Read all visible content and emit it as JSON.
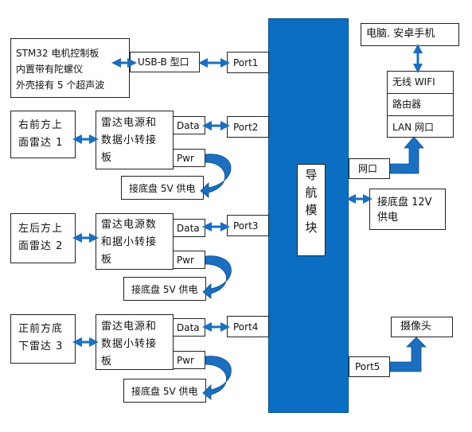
{
  "nodes": {
    "stm32": "STM32 电机控制板\n内置带有陀螺仪\n外壳接有 5 个超声波",
    "usb_port": "USB-B 型口",
    "port1": "Port1",
    "port2": "Port2",
    "port3": "Port3",
    "port4": "Port4",
    "port5": "Port5",
    "nav_module": "导\n航\n模\n块",
    "pc_phone": "电脑. 安卓手机",
    "router_wifi": "无线 WIFI",
    "router_label": "路由器",
    "router_lan": "LAN 网口",
    "net_port": "网口",
    "chassis_12v": "接底盘 12V\n供电",
    "camera": "摄像头",
    "radar1": "右前方上\n面雷达 1",
    "radar2": "左后方上\n面雷达 2",
    "radar3": "正前方底\n下雷达 3",
    "adapter1": "雷达电源和\n数据小转接\n板",
    "adapter2": "雷达电源数\n和据小转接\n板",
    "adapter3": "雷达电源和\n数据小转接\n板",
    "data_label": "Data",
    "pwr_label": "Pwr",
    "chassis_5v": "接底盘 5V 供电"
  },
  "colors": {
    "accent": "#0a6fc2",
    "line": "#222222"
  }
}
